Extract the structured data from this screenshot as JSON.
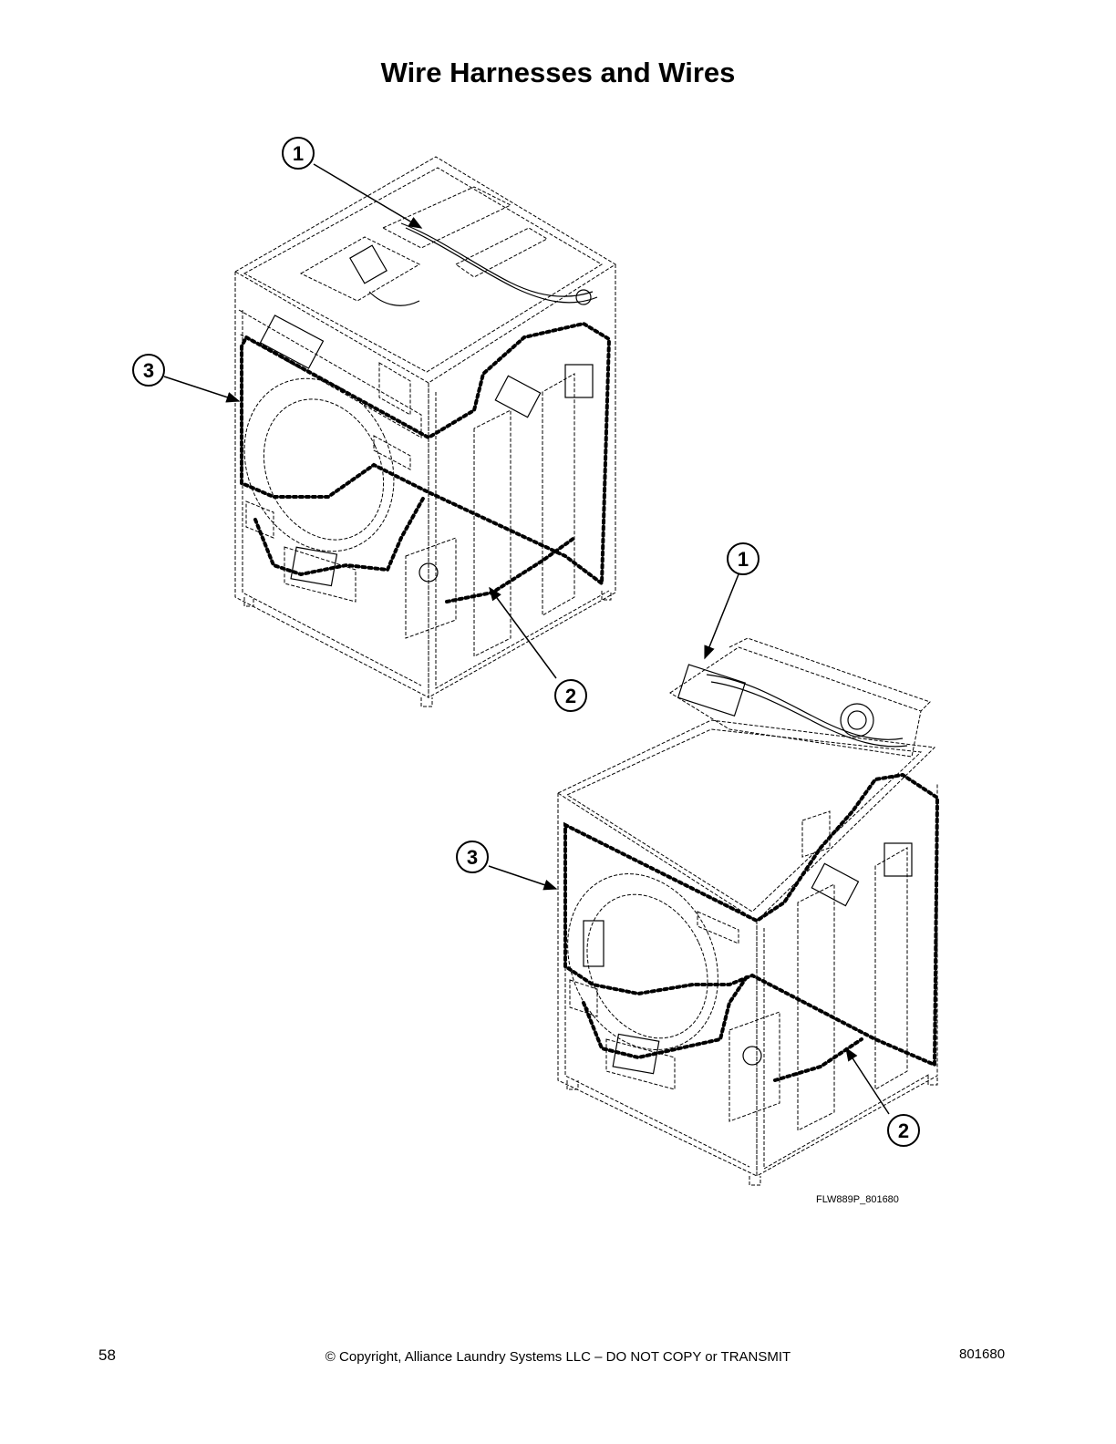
{
  "title": "Wire Harnesses and Wires",
  "callouts": {
    "top_1": "1",
    "top_2": "2",
    "top_3": "3",
    "bottom_1": "1",
    "bottom_2": "2",
    "bottom_3": "3"
  },
  "figure_code": "FLW889P_801680",
  "footer": {
    "page_number": "58",
    "copyright": "© Copyright, Alliance Laundry Systems LLC – DO NOT COPY or TRANSMIT",
    "doc_number": "801680"
  }
}
